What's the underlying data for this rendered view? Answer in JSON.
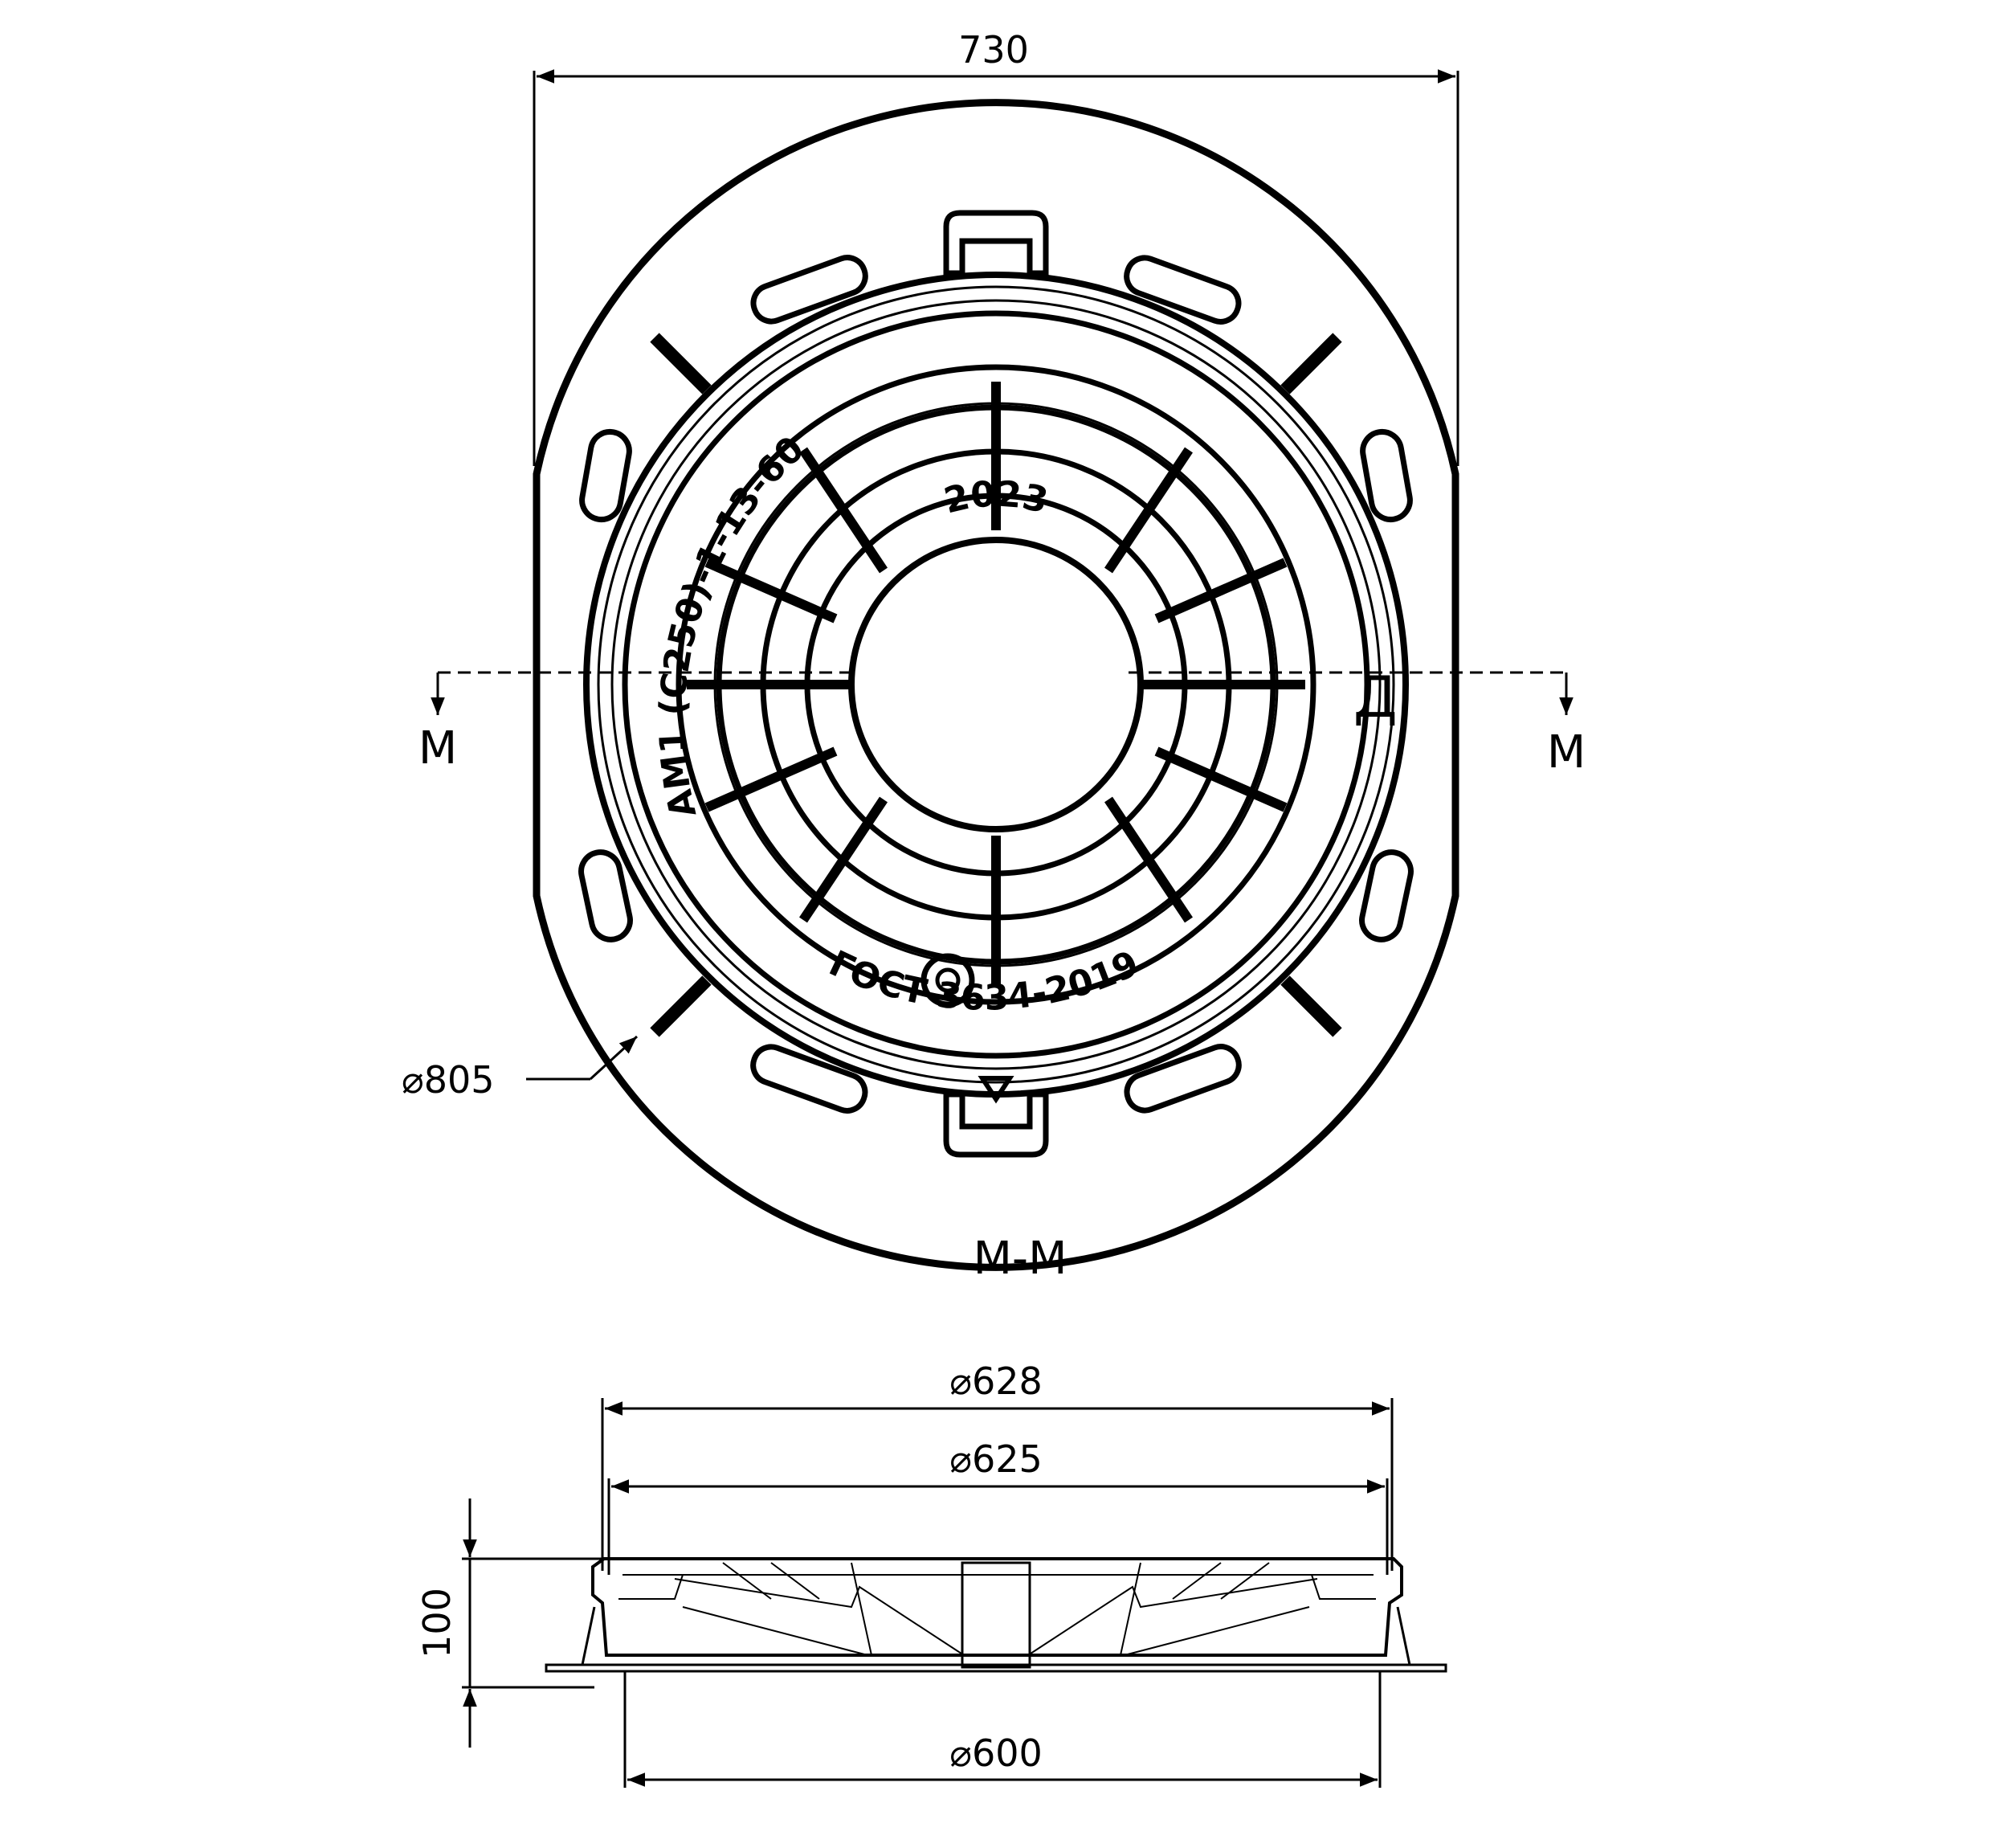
{
  "title": "",
  "plan_view": {
    "width_dim": "730",
    "diameter_dim": "805",
    "section_marker_left": "М",
    "section_marker_right": "М",
    "embossing": {
      "year": "2023",
      "marking": "АМ1 (С250)-1-13-60",
      "standard": "ГОСТ 3634-2019",
      "side_letter": "Д"
    }
  },
  "section_view": {
    "title": "М-М",
    "dim_628": "628",
    "dim_625": "625",
    "dim_600": "600",
    "height_dim": "100"
  },
  "symbols": {
    "diameter": "⌀"
  },
  "style": {
    "line_color": "#000000",
    "background": "#ffffff"
  }
}
